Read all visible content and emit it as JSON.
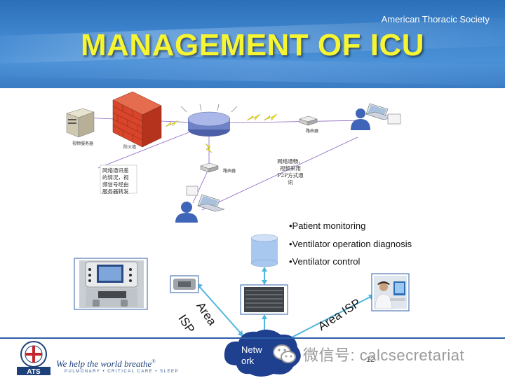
{
  "header": {
    "society": "American Thoracic Society",
    "title": "MANAGEMENT OF ICU"
  },
  "network_diagram": {
    "device_labels": {
      "server": "视频服务器",
      "firewall": "防火墙",
      "right_router": "路由器",
      "left_router": "路由器"
    },
    "note_server_relay": [
      "网络通讯差",
      "的情况，视",
      "频信号经由",
      "服务器转发"
    ],
    "note_p2p": [
      "网络通畅，",
      "视频采用",
      "P2P方式通",
      "讯"
    ]
  },
  "bullets": [
    "•Patient monitoring",
    "•Ventilator operation diagnosis",
    "•Ventilator control"
  ],
  "connection_labels": {
    "left_top": "Area",
    "left_bottom": "ISP",
    "right": "Area ISP"
  },
  "network_cloud": "Network",
  "footer": {
    "tagline": "We help the world breathe",
    "trademark": "®",
    "specialties": "PULMONARY • CRITICAL CARE • SLEEP",
    "logo_text": "ATS",
    "page_number": "12"
  },
  "watermark": {
    "text": "微信号: calcsecretariat",
    "icon": "wechat-icon"
  },
  "colors": {
    "header_blue": "#3f86cf",
    "title_yellow": "#f5f533",
    "firewall_red": "#d9452b",
    "cloud_blue": "#1f3f8f",
    "link_cyan": "#4fb6e0",
    "lightning_yellow": "#f2e51a"
  }
}
